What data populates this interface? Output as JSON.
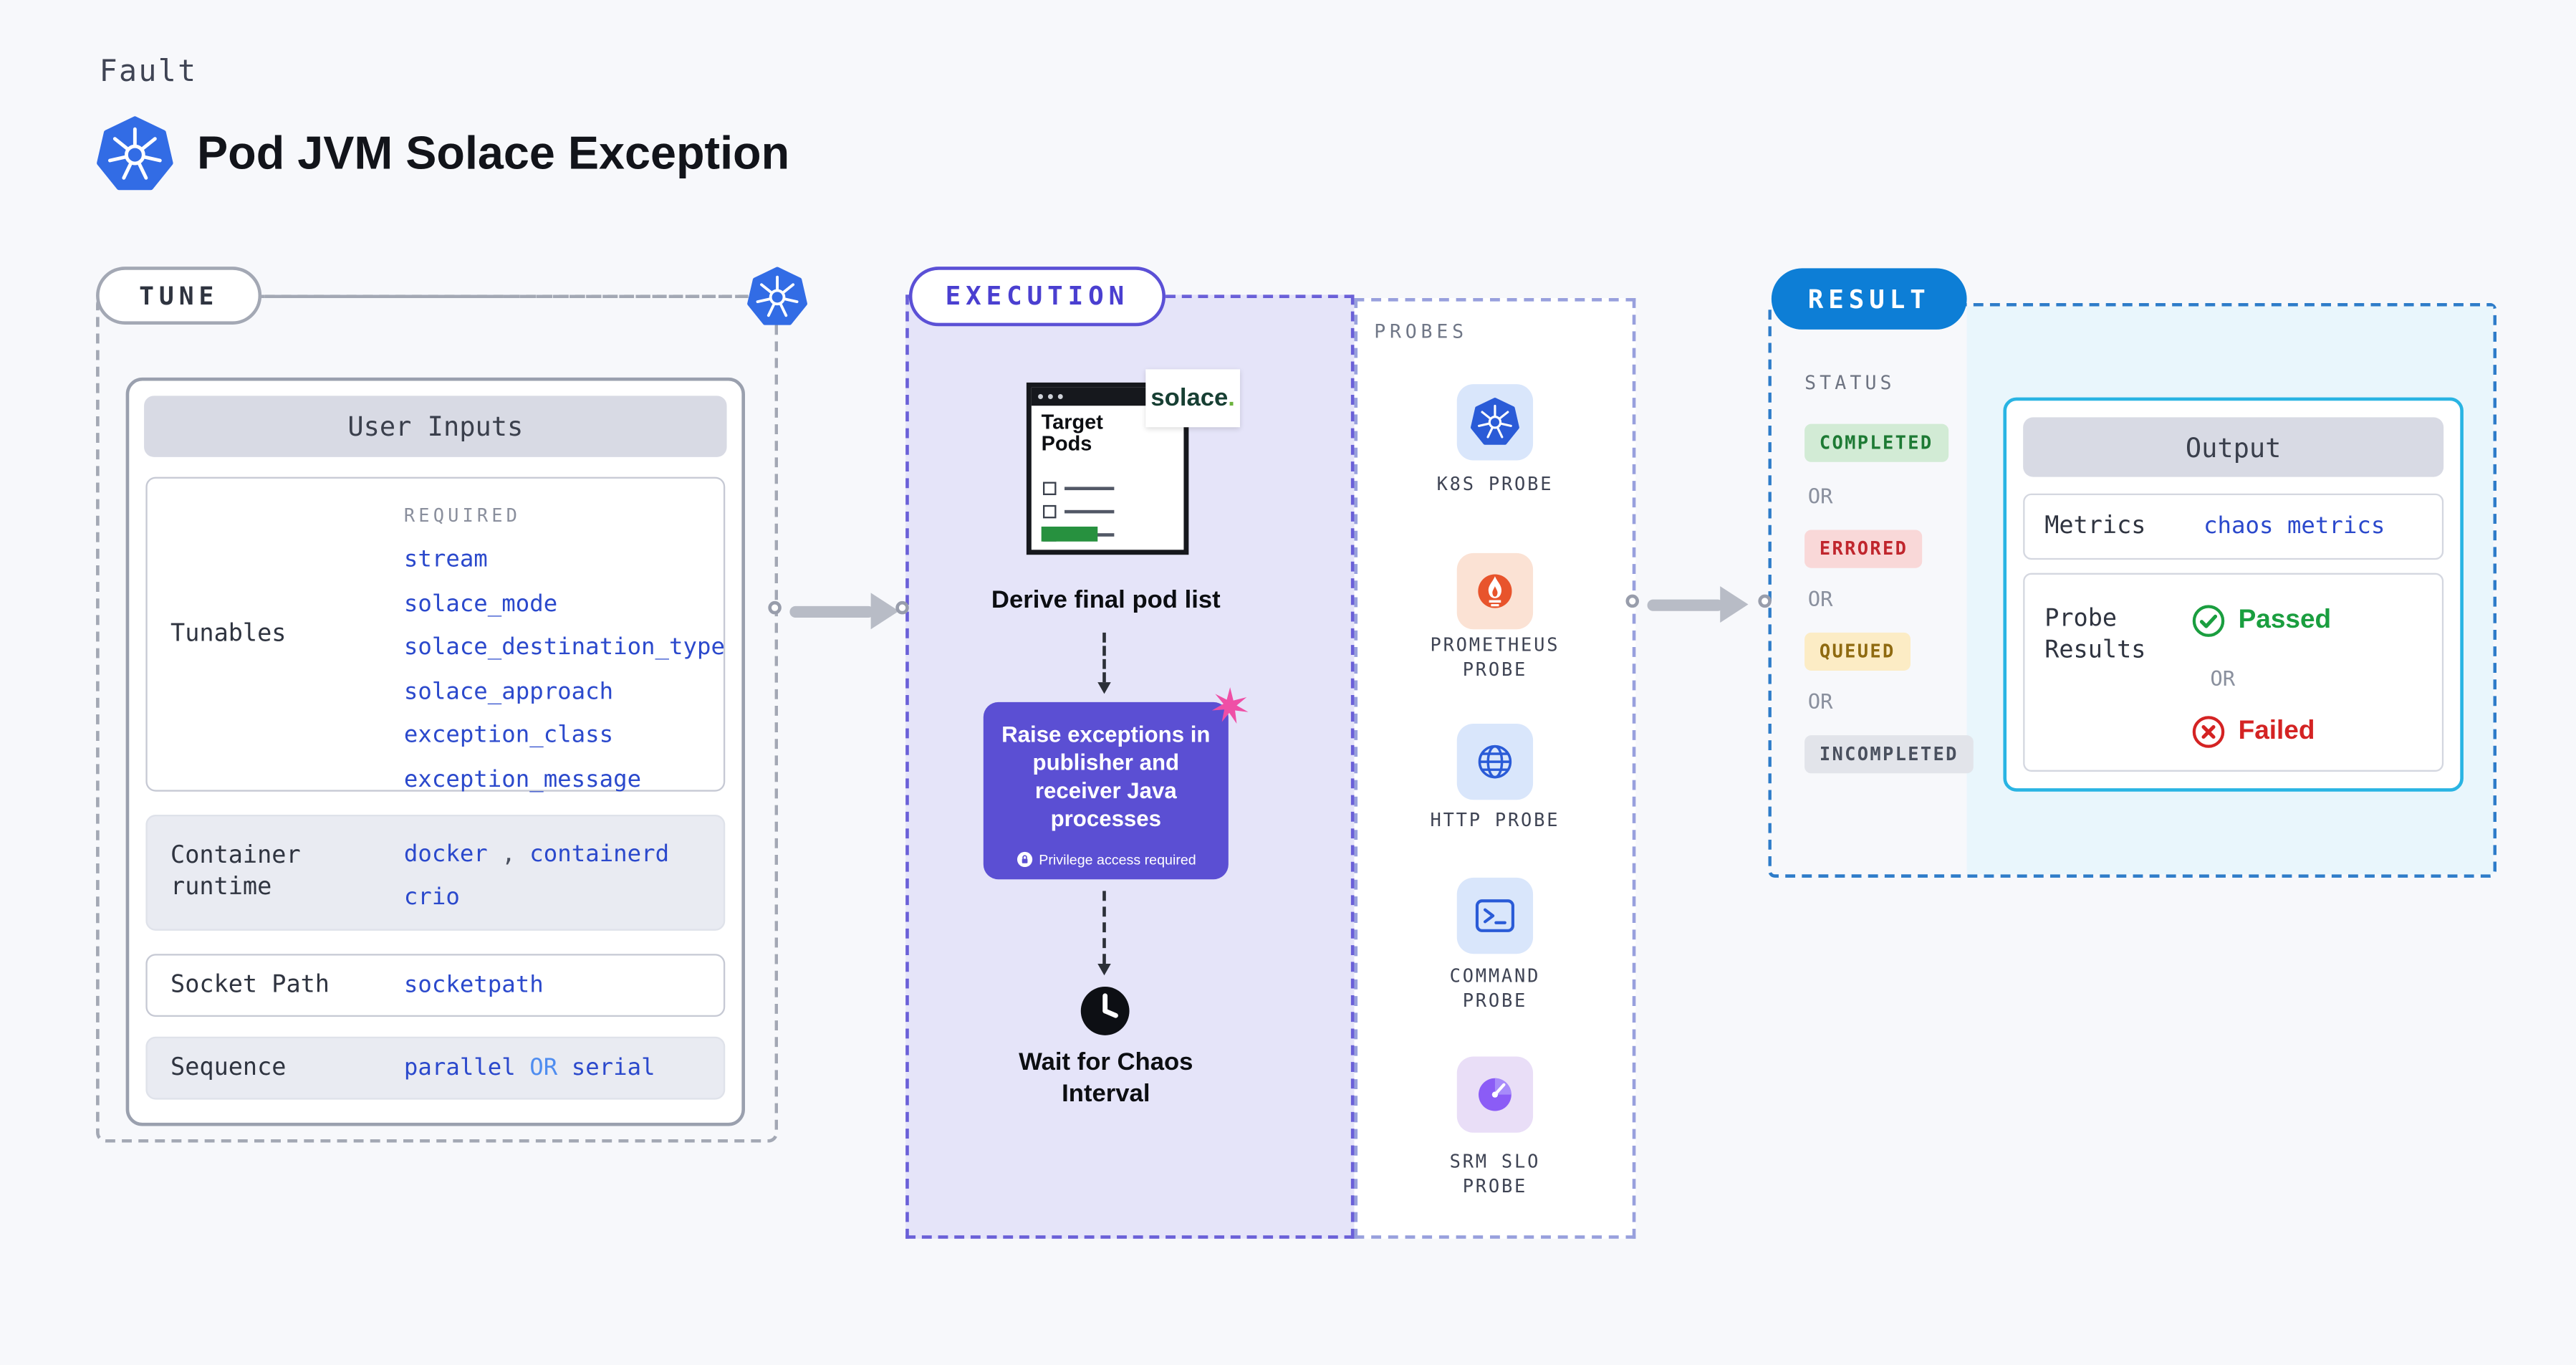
{
  "header": {
    "eyebrow": "Fault",
    "title": "Pod JVM Solace Exception"
  },
  "tune": {
    "label": "TUNE",
    "card_title": "User Inputs",
    "tunables": {
      "label": "Tunables",
      "required_label": "REQUIRED",
      "values": [
        "stream",
        "solace_mode",
        "solace_destination_type",
        "solace_approach",
        "exception_class",
        "exception_message"
      ]
    },
    "container_runtime": {
      "label": "Container runtime",
      "values": [
        "docker",
        "containerd",
        "crio"
      ],
      "separator": ","
    },
    "socket_path": {
      "label": "Socket Path",
      "value": "socketpath"
    },
    "sequence": {
      "label": "Sequence",
      "first": "parallel",
      "or": "OR",
      "second": "serial"
    }
  },
  "execution": {
    "label": "EXECUTION",
    "window": {
      "title": "Target Pods",
      "logo": "solace",
      "logo_dot": "."
    },
    "derive_step": "Derive final pod list",
    "action": {
      "text": "Raise exceptions in publisher and receiver Java processes",
      "badge": "Privilege access required"
    },
    "wait_step": "Wait for Chaos Interval",
    "probes": {
      "title": "PROBES",
      "items": [
        "K8S PROBE",
        "PROMETHEUS PROBE",
        "HTTP PROBE",
        "COMMAND PROBE",
        "SRM SLO PROBE"
      ]
    }
  },
  "result": {
    "label": "RESULT",
    "status_title": "STATUS",
    "or": "OR",
    "statuses": [
      "COMPLETED",
      "ERRORED",
      "QUEUED",
      "INCOMPLETED"
    ],
    "output": {
      "title": "Output",
      "metrics_label": "Metrics",
      "metrics_value": "chaos metrics",
      "probe_results_label": "Probe Results",
      "passed": "Passed",
      "or": "OR",
      "failed": "Failed"
    }
  },
  "colors": {
    "kubernetes_blue": "#326ce5",
    "execution_purple": "#5b4fd3",
    "result_blue": "#0d7ed6",
    "output_border_cyan": "#29b4e3",
    "value_blue": "#2b49cc",
    "completed_green": "#1d7a34",
    "errored_red": "#c0262d",
    "queued_amber": "#8f6a10",
    "incompleted_gray": "#4a505e",
    "passed_green": "#1a9e3f",
    "failed_red": "#d42323",
    "prometheus_orange": "#e8542c",
    "srm_purple": "#8b5cf6",
    "burst_pink": "#ef4fa6"
  }
}
